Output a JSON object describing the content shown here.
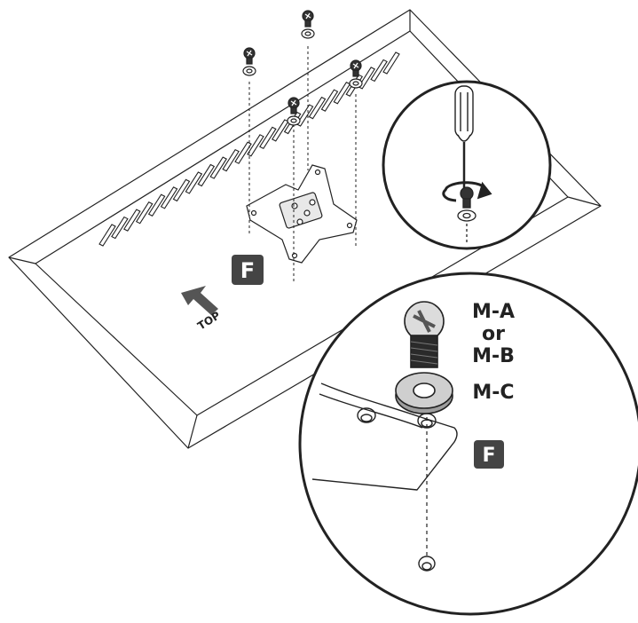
{
  "labels": {
    "top_marker": "TOP",
    "badge": "F",
    "screw_primary": "M-A",
    "screw_or": "or",
    "screw_secondary": "M-B",
    "washer": "M-C"
  },
  "colors": {
    "line": "#222222",
    "badge_bg": "#444444",
    "badge_text": "#ffffff",
    "arrow": "#555555"
  },
  "icons": [
    "screwdriver-icon",
    "rotate-arrow-icon",
    "screw-icon",
    "washer-icon"
  ]
}
